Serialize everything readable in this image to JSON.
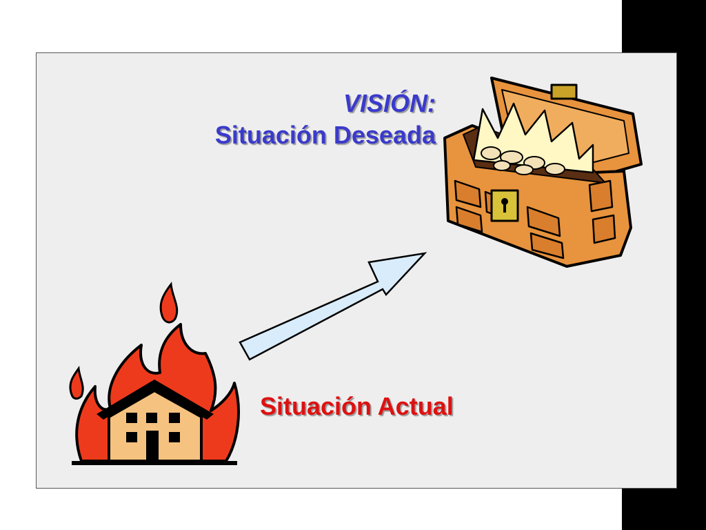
{
  "vision": {
    "title": "VISIÓN:",
    "subtitle": "Situación Deseada"
  },
  "current": {
    "label": "Situación Actual"
  },
  "icons": {
    "chest": "treasure-chest-icon",
    "house": "burning-house-icon",
    "arrow": "progress-arrow"
  },
  "colors": {
    "vision_text": "#3a3acc",
    "current_text": "#dd1111",
    "arrow_fill": "#d9ecfb",
    "panel_bg": "#eeeeee",
    "fire": "#ee3a1c",
    "house_wall": "#f6c27f",
    "chest_wood": "#e8933d"
  }
}
